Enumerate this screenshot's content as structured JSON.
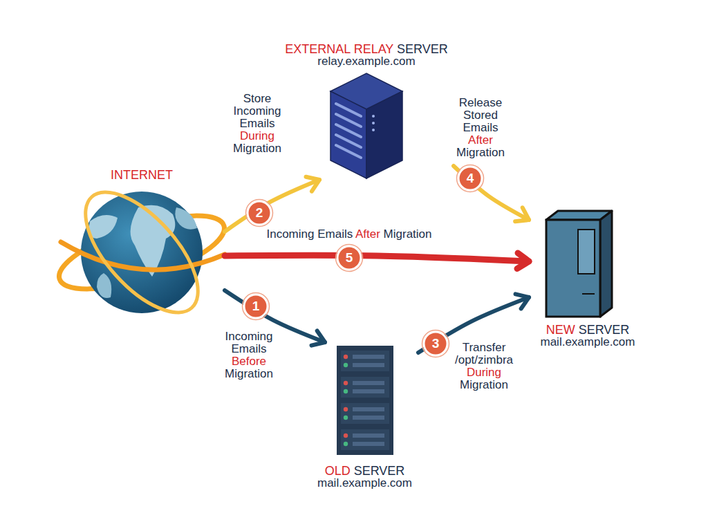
{
  "diagram": {
    "nodes": [
      {
        "text": [
          "INTERNET"
        ]
      },
      {
        "text": [
          "EXTERNAL RELAY SERVER",
          "relay.example.com"
        ]
      },
      {
        "text": [
          "OLD SERVER",
          "mail.example.com"
        ]
      },
      {
        "text": [
          "NEW SERVER",
          "mail.example.com"
        ]
      }
    ],
    "edges": [
      {
        "from": 0,
        "to": 2,
        "arrow": "to",
        "label": "Incoming Emails Before Migration"
      },
      {
        "from": 0,
        "to": 1,
        "arrow": "to",
        "label": "Store Incoming Emails During Migration"
      },
      {
        "from": 2,
        "to": 3,
        "arrow": "to",
        "label": "Transfer /opt/zimbra During Migration"
      },
      {
        "from": 1,
        "to": 3,
        "arrow": "to",
        "label": "Release Stored Emails After Migration"
      },
      {
        "from": 0,
        "to": 3,
        "arrow": "to",
        "label": "Incoming Emails After Migration"
      }
    ],
    "labels": [
      "1",
      "2",
      "3",
      "4",
      "5"
    ]
  }
}
